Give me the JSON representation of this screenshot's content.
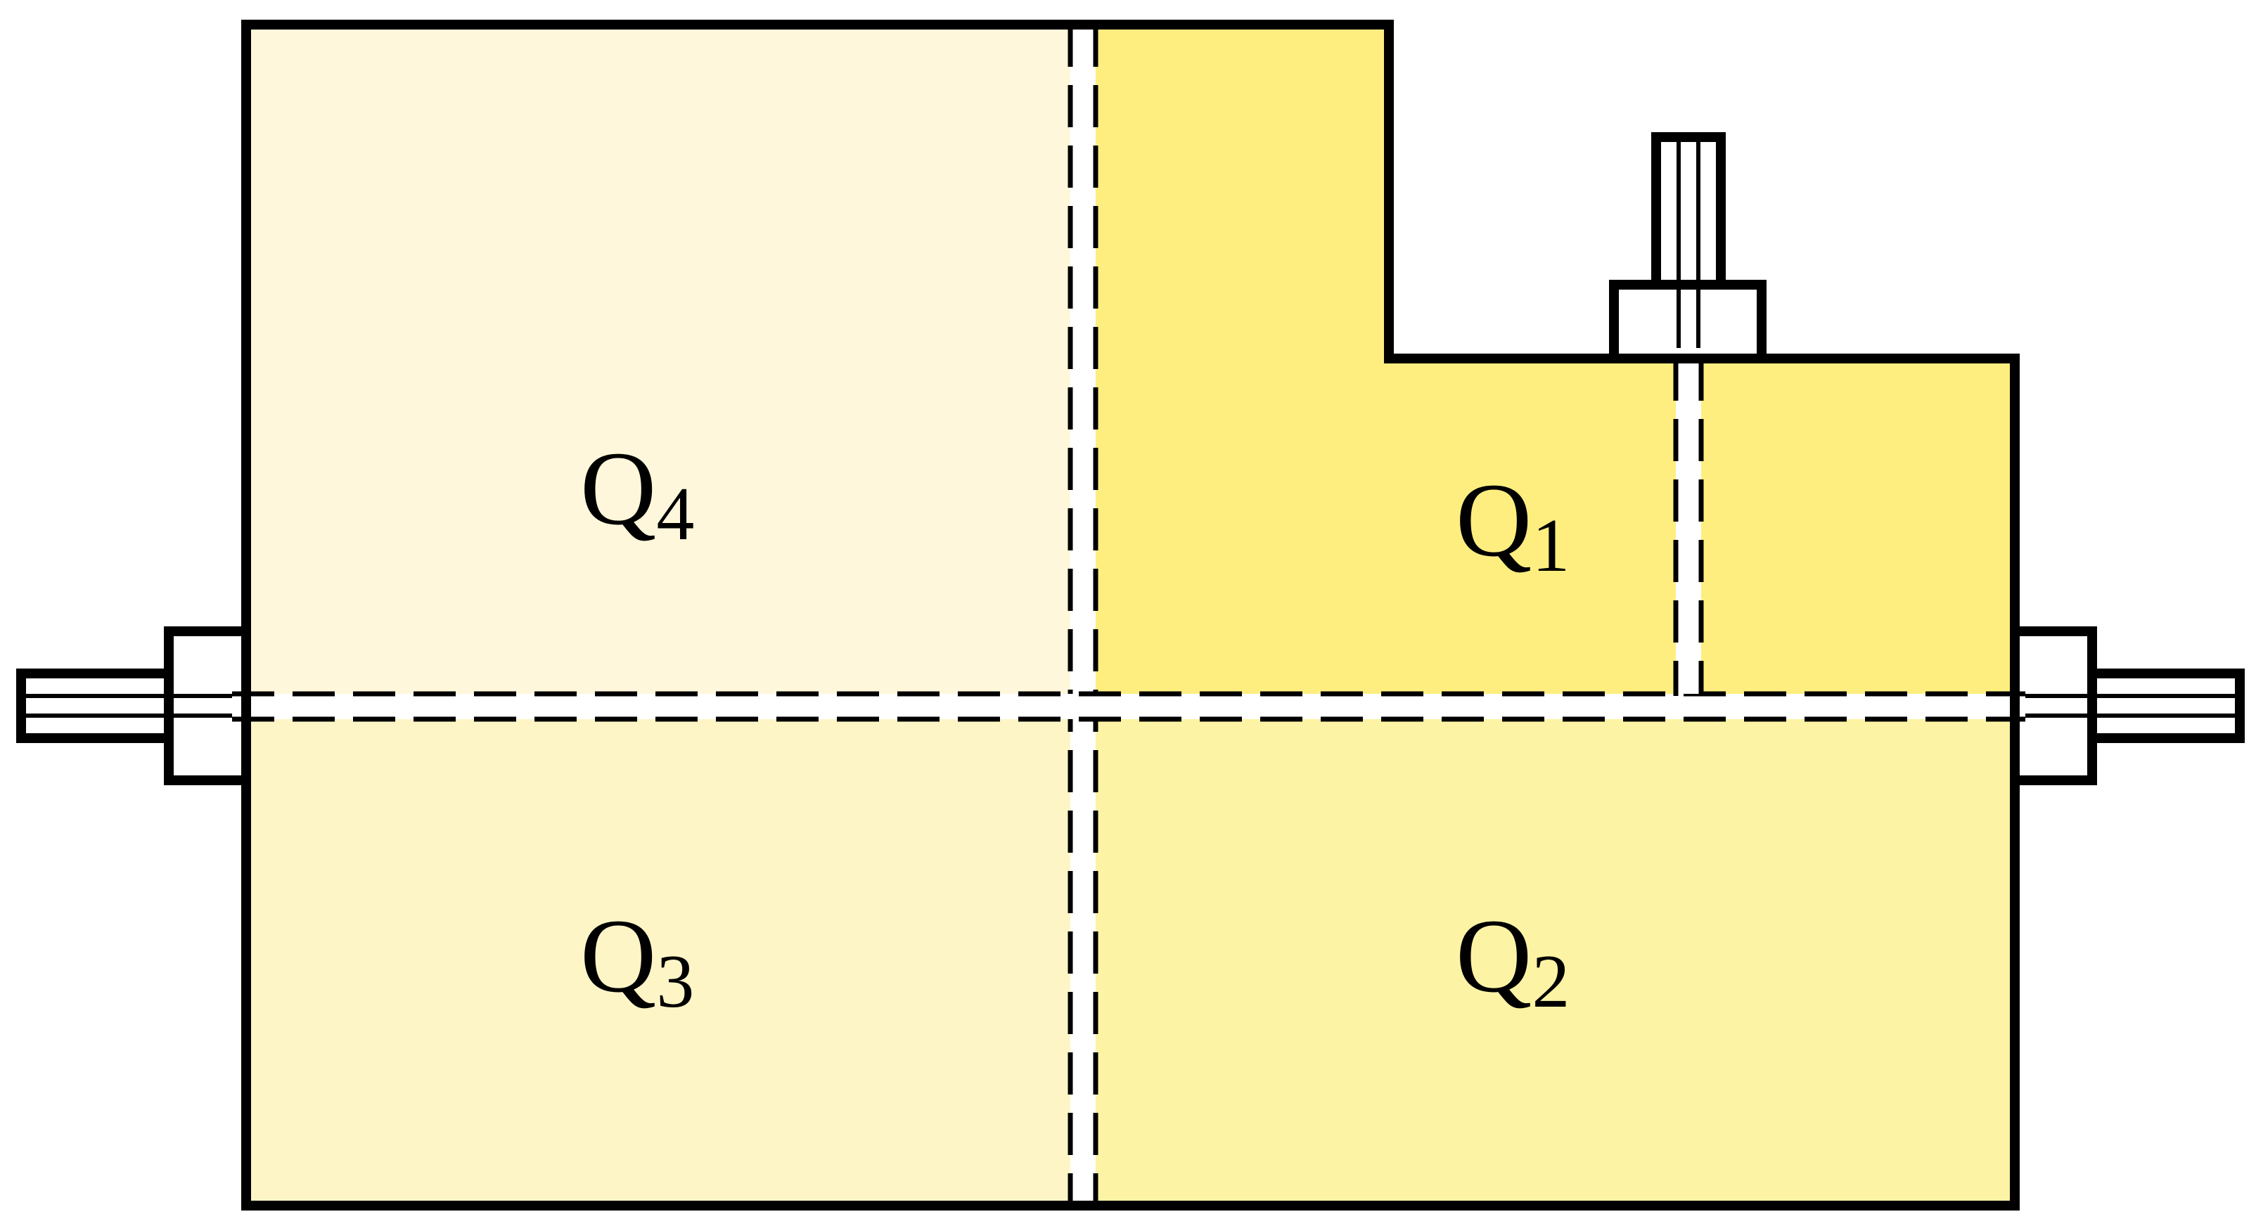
{
  "colors": {
    "q1": "#FEEE7F",
    "q2": "#FDF3A5",
    "q3": "#FEF5C7",
    "q4": "#FEF7DB",
    "outline": "#000000",
    "dash_background": "#FFFFFF"
  },
  "quadrants": [
    {
      "id": "Q1",
      "letter": "Q",
      "index": "1"
    },
    {
      "id": "Q2",
      "letter": "Q",
      "index": "2"
    },
    {
      "id": "Q3",
      "letter": "Q",
      "index": "3"
    },
    {
      "id": "Q4",
      "letter": "Q",
      "index": "4"
    }
  ]
}
